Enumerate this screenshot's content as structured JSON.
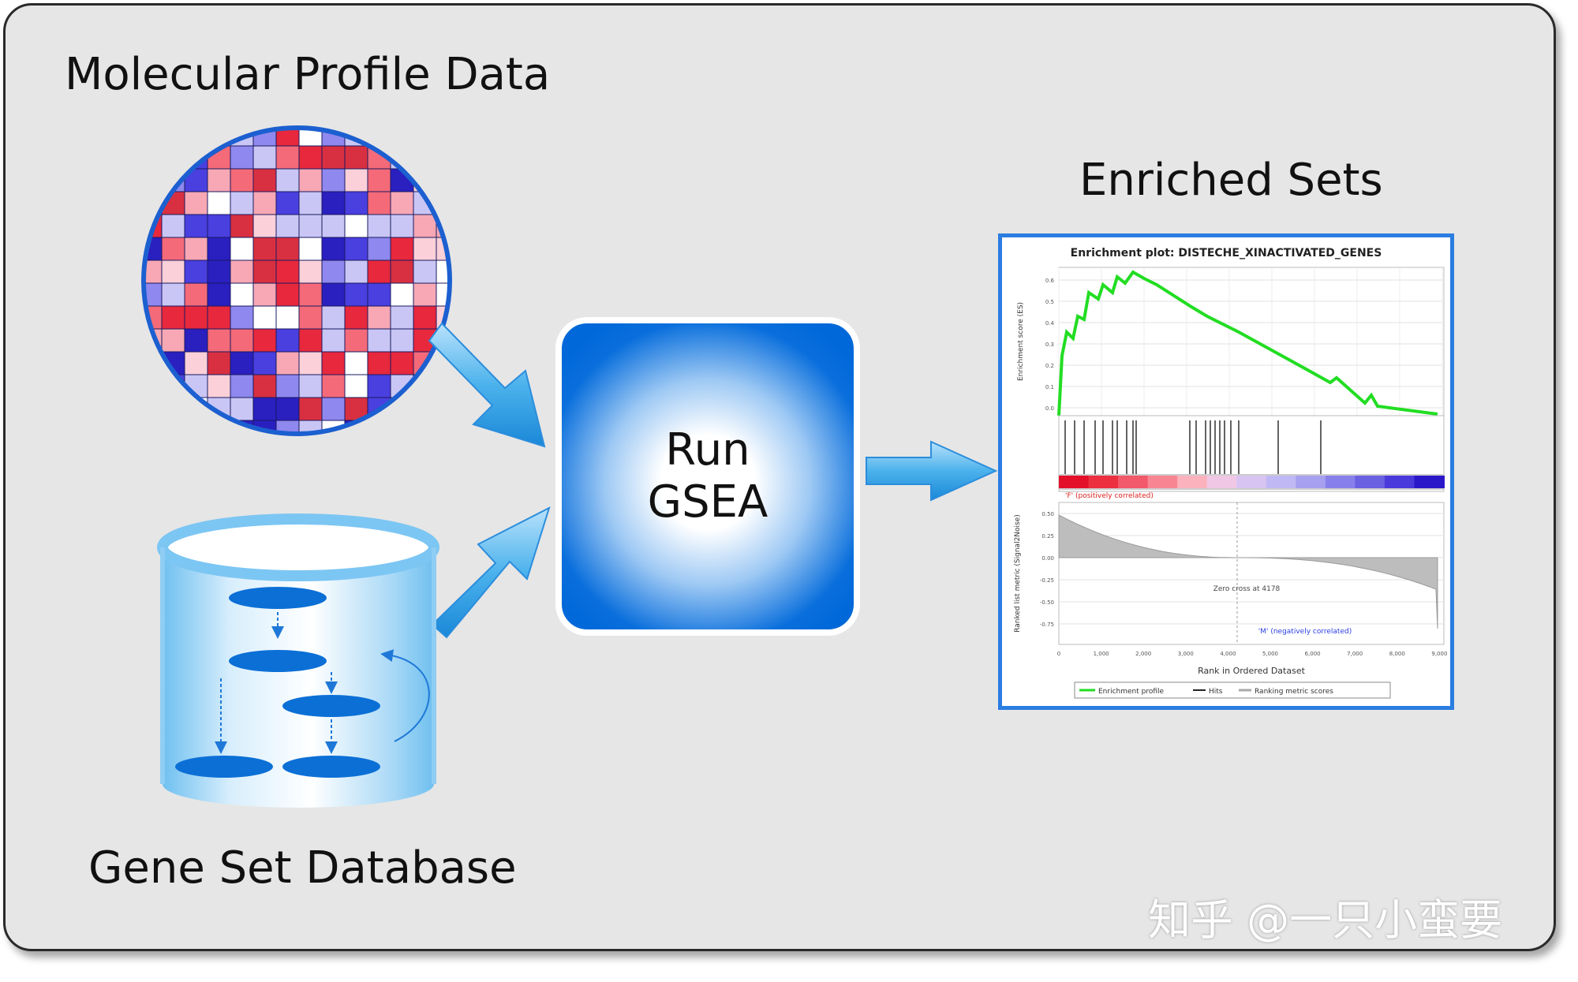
{
  "diagram": {
    "molecular_label": "Molecular Profile Data",
    "gene_set_label": "Gene Set Database",
    "run_label_line1": "Run",
    "run_label_line2": "GSEA",
    "enriched_label": "Enriched Sets",
    "watermark": "知乎 @一只小蛮要"
  },
  "enrichment_plot": {
    "title": "Enrichment plot: DISTECHE_XINACTIVATED_GENES",
    "ylabel_top": "Enrichment score (ES)",
    "ylabel_bottom": "Ranked list metric (Signal2Noise)",
    "xlabel": "Rank in Ordered Dataset",
    "top_ticks": [
      "0.6",
      "0.5",
      "0.4",
      "0.3",
      "0.2",
      "0.1",
      "0.0"
    ],
    "bottom_ticks": [
      "0.50",
      "0.25",
      "0.00",
      "-0.25",
      "-0.50",
      "-0.75"
    ],
    "x_ticks": [
      "0",
      "1,000",
      "2,000",
      "3,000",
      "4,000",
      "5,000",
      "6,000",
      "7,000",
      "8,000",
      "9,000"
    ],
    "pos_label": "'F' (positively correlated)",
    "neg_label": "'M' (negatively correlated)",
    "zero_label": "Zero cross at 4178",
    "legend": [
      "Enrichment profile",
      "Hits",
      "Ranking metric scores"
    ],
    "colors": {
      "es_line": "#22dd22",
      "frame": "#2a7de1"
    }
  }
}
